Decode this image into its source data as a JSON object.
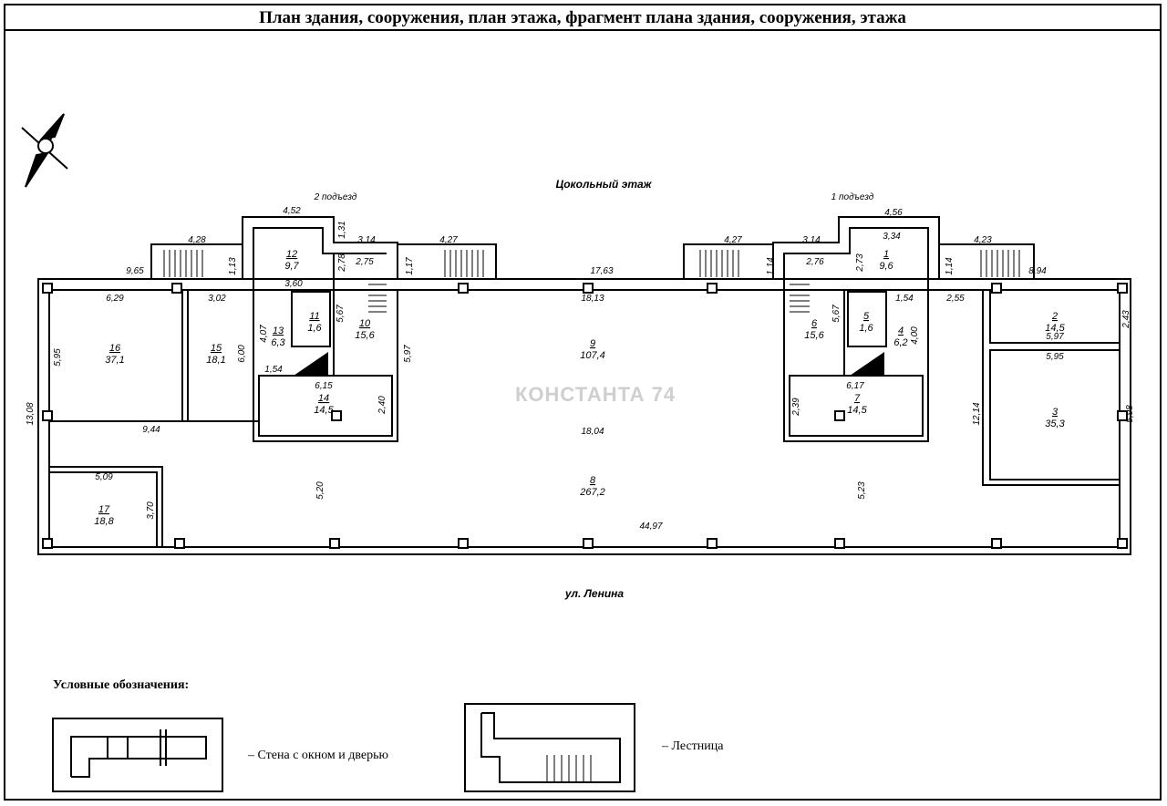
{
  "title": "План здания, сооружения, план этажа, фрагмент плана здания, сооружения, этажа",
  "plan": {
    "floor_label": "Цокольный этаж",
    "street_label": "ул. Ленина",
    "entrance_2": "2 подъезд",
    "entrance_1": "1 подъезд",
    "watermark": "КОНСТАНТА 74",
    "rooms": [
      {
        "num": "1",
        "area": "9,6"
      },
      {
        "num": "2",
        "area": "14,5"
      },
      {
        "num": "3",
        "area": "35,3"
      },
      {
        "num": "4",
        "area": "6,2"
      },
      {
        "num": "5",
        "area": "1,6"
      },
      {
        "num": "6",
        "area": "15,6"
      },
      {
        "num": "7",
        "area": "14,5"
      },
      {
        "num": "8",
        "area": "267,2"
      },
      {
        "num": "9",
        "area": "107,4"
      },
      {
        "num": "10",
        "area": "15,6"
      },
      {
        "num": "11",
        "area": "1,6"
      },
      {
        "num": "12",
        "area": "9,7"
      },
      {
        "num": "13",
        "area": "6,3"
      },
      {
        "num": "14",
        "area": "14,5"
      },
      {
        "num": "15",
        "area": "18,1"
      },
      {
        "num": "16",
        "area": "37,1"
      },
      {
        "num": "17",
        "area": "18,8"
      }
    ],
    "dimensions": [
      "4,52",
      "1,31",
      "3,14",
      "4,27",
      "4,28",
      "9,65",
      "1,13",
      "2,78",
      "2,75",
      "1,17",
      "17,63",
      "18,13",
      "3,60",
      "6,29",
      "3,02",
      "5,67",
      "5,97",
      "4,07",
      "1,54",
      "6,15",
      "2,40",
      "5,95",
      "6,00",
      "13,08",
      "9,44",
      "18,04",
      "5,09",
      "3,70",
      "5,20",
      "44,97",
      "4,56",
      "3,34",
      "4,27",
      "3,14",
      "2,76",
      "1,14",
      "2,73",
      "1,14",
      "4,23",
      "8,94",
      "2,55",
      "1,54",
      "5,67",
      "4,00",
      "6,17",
      "2,39",
      "2,43",
      "5,97",
      "5,95",
      "12,14",
      "5,98",
      "5,23"
    ]
  },
  "legend": {
    "title": "Условные обозначения:",
    "wall_label": "– Стена с окном и дверью",
    "stair_label": "– Лестница"
  }
}
